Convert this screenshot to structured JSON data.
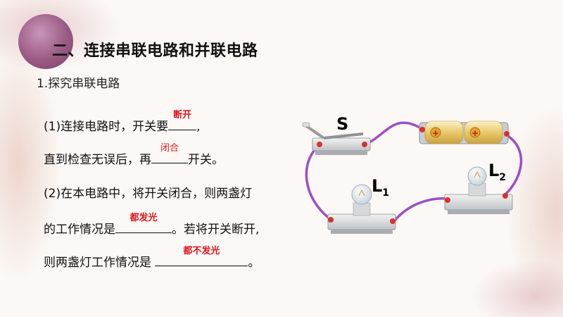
{
  "slide": {
    "title": "二、连接串联电路和并联电路",
    "subtitle": "1.探究串联电路"
  },
  "questions": {
    "q1_prefix": "(1)连接电路时，开关要",
    "q1_answer": "断开",
    "q1_suffix": ",",
    "q1b_prefix": "直到检查无误后，再",
    "q1b_answer": "闭合",
    "q1b_suffix": "开关。",
    "q2_line1": "(2)在本电路中，将开关闭合，则两盏灯",
    "q2_prefix": "的工作情况是",
    "q2_answer": "都发光",
    "q2_suffix": "。若将开关断开,",
    "q3_prefix": "则两盏灯工作情况是",
    "q3_answer": "都不发光",
    "q3_suffix": "。"
  },
  "circuit": {
    "switch_label": "S",
    "lamp1_label": "L",
    "lamp1_sub": "1",
    "lamp2_label": "L",
    "lamp2_sub": "2",
    "battery_symbol": "+",
    "wire_color": "#9b4fc8"
  }
}
